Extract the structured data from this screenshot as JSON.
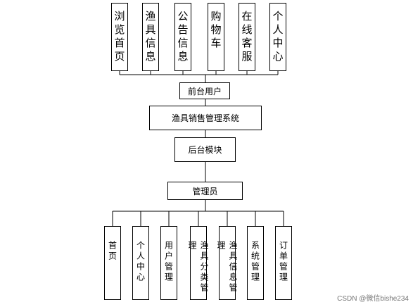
{
  "top_modules": [
    "浏览首页",
    "渔具信息",
    "公告信息",
    "购物车",
    "在线客服",
    "个人中心"
  ],
  "front_user": "前台用户",
  "system": "渔具销售管理系统",
  "backend": "后台模块",
  "admin": "管理员",
  "bottom_modules": [
    "首页",
    "个人中心",
    "用户管理",
    "渔具分类管理",
    "渔具信息管理",
    "系统管理",
    "订单管理"
  ],
  "watermark": "CSDN @微信bishe234"
}
